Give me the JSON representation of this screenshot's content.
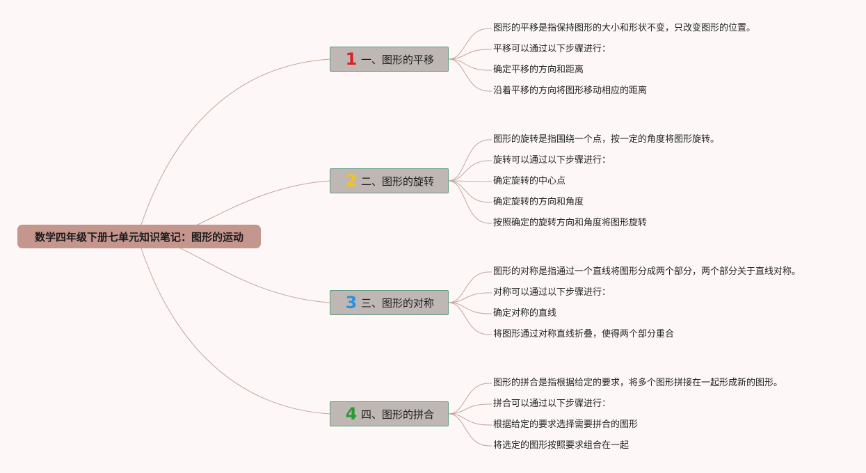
{
  "root": {
    "label": "数学四年级下册七单元知识笔记：图形的运动"
  },
  "colors": {
    "line": "#c2a59c",
    "root_bg": "#c4968d",
    "branch_bg": "#bfb7b4",
    "branch_border": "#5d9a80",
    "background": "#fdf8f7"
  },
  "branches": [
    {
      "number": "1",
      "number_color": "#d8232a",
      "label": "一、图形的平移",
      "items": [
        "图形的平移是指保持图形的大小和形状不变，只改变图形的位置。",
        "平移可以通过以下步骤进行：",
        "确定平移的方向和距离",
        "沿着平移的方向将图形移动相应的距离"
      ]
    },
    {
      "number": "2",
      "number_color": "#f2c418",
      "label": "二、图形的旋转",
      "items": [
        "图形的旋转是指围绕一个点，按一定的角度将图形旋转。",
        "旋转可以通过以下步骤进行：",
        "确定旋转的中心点",
        "确定旋转的方向和角度",
        "按照确定的旋转方向和角度将图形旋转"
      ]
    },
    {
      "number": "3",
      "number_color": "#2c8fde",
      "label": "三、图形的对称",
      "items": [
        "图形的对称是指通过一个直线将图形分成两个部分，两个部分关于直线对称。",
        "对称可以通过以下步骤进行：",
        "确定对称的直线",
        "将图形通过对称直线折叠，使得两个部分重合"
      ]
    },
    {
      "number": "4",
      "number_color": "#2b9a33",
      "label": "四、图形的拼合",
      "items": [
        "图形的拼合是指根据给定的要求，将多个图形拼接在一起形成新的图形。",
        "拼合可以通过以下步骤进行：",
        "根据给定的要求选择需要拼合的图形",
        "将选定的图形按照要求组合在一起"
      ]
    }
  ]
}
